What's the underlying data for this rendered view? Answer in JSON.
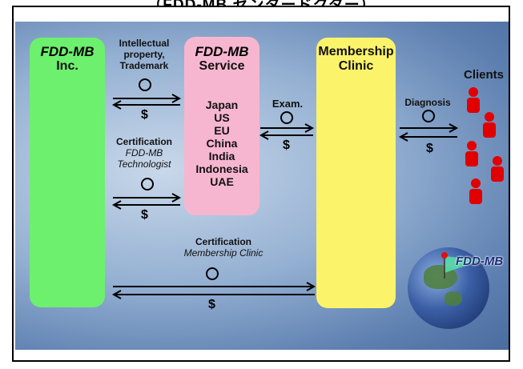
{
  "header": {
    "title": "（FDD-MB センタードクター）"
  },
  "entities": {
    "inc": {
      "brand": "FDD-MB",
      "name": "Inc."
    },
    "service": {
      "brand": "FDD-MB",
      "name": "Service",
      "countries": [
        "Japan",
        "US",
        "EU",
        "China",
        "India",
        "Indonesia",
        "UAE"
      ]
    },
    "clinic": {
      "line1": "Membership",
      "line2": "Clinic"
    },
    "clients": "Clients"
  },
  "flows": {
    "ip": {
      "line1": "Intellectual",
      "line2": "property,",
      "line3": "Trademark",
      "dollar": "$"
    },
    "tech": {
      "line1": "Certification",
      "line2": "FDD-MB",
      "line3": "Technologist",
      "dollar": "$"
    },
    "exam": {
      "label": "Exam.",
      "dollar": "$"
    },
    "diagnosis": {
      "label": "Diagnosis",
      "dollar": "$"
    },
    "clinic_cert": {
      "line1": "Certification",
      "line2": "Membership Clinic",
      "dollar": "$"
    }
  },
  "globe": {
    "badge": "FDD-MB"
  },
  "colors": {
    "inc": "#6df06d",
    "service": "#f7b6cf",
    "clinic": "#fbf36a",
    "person": "#e00000"
  }
}
